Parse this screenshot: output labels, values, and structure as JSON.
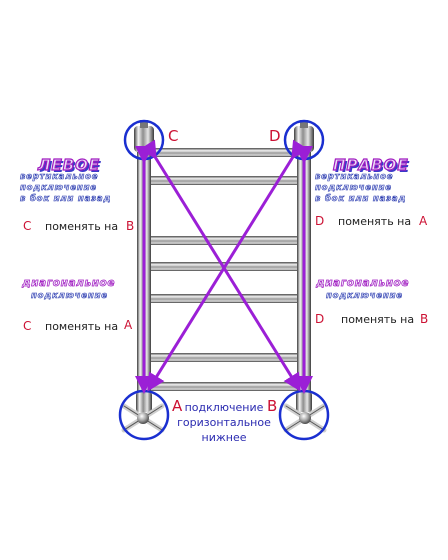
{
  "colors": {
    "arrow": "#9b1fd6",
    "circle": "#1a2fd0",
    "letter": "#cc1133",
    "title_fill": "#e8e0f8",
    "title_stroke": "#a01ac0"
  },
  "icons": [
    "valve-icon"
  ],
  "corners": {
    "top_left": "C",
    "top_right": "D",
    "bottom_left": "A",
    "bottom_right": "B"
  },
  "left_panel": {
    "title": "ЛЕВОЕ",
    "subtitle": [
      "вертикальное",
      "подключение",
      "в бок или назад"
    ],
    "swap1": {
      "from": "C",
      "text": "поменять на",
      "to": "B"
    },
    "diag_title": [
      "диагональное",
      "подключение"
    ],
    "swap2": {
      "from": "C",
      "text": "поменять на",
      "to": "A"
    }
  },
  "right_panel": {
    "title": "ПРАВОЕ",
    "subtitle": [
      "вертикальное",
      "подключение",
      "в бок или назад"
    ],
    "swap1": {
      "from": "D",
      "text": "поменять на",
      "to": "A"
    },
    "diag_title": [
      "диагональное",
      "подключение"
    ],
    "swap2": {
      "from": "D",
      "text": "поменять на",
      "to": "B"
    }
  },
  "bottom_label": [
    "подключение",
    "горизонтальное",
    "нижнее"
  ]
}
